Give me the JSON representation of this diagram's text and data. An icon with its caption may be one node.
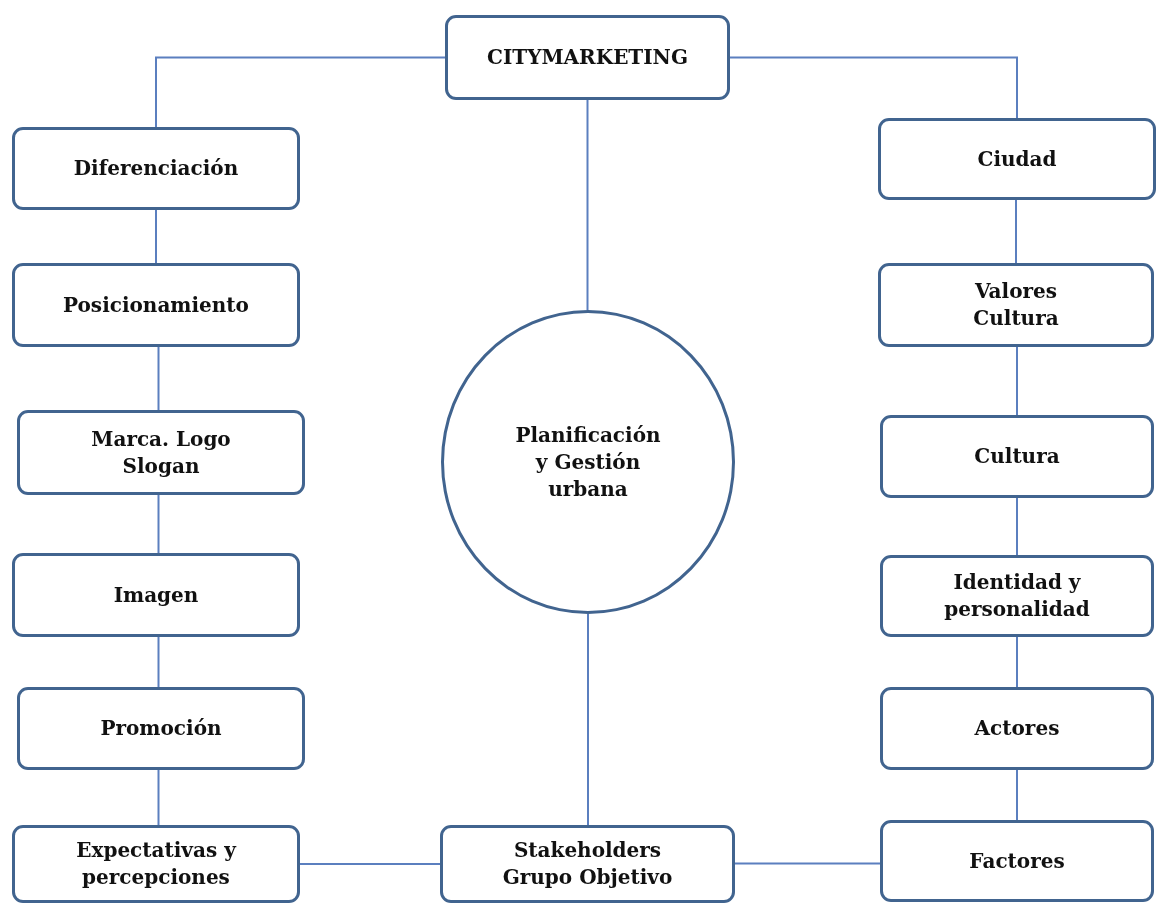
{
  "diagram": {
    "nodes": [
      {
        "text": [
          "CITYMARKETING"
        ]
      },
      {
        "text": [
          "Diferenciación"
        ]
      },
      {
        "text": [
          "Posicionamiento"
        ]
      },
      {
        "text": [
          "Marca. Logo Slogan"
        ]
      },
      {
        "text": [
          "Imagen"
        ]
      },
      {
        "text": [
          "Promoción"
        ]
      },
      {
        "text": [
          "Expectativas y percepciones"
        ]
      },
      {
        "text": [
          "Ciudad"
        ]
      },
      {
        "text": [
          "Valores Cultura"
        ]
      },
      {
        "text": [
          "Cultura"
        ]
      },
      {
        "text": [
          "Identidad y personalidad"
        ]
      },
      {
        "text": [
          "Actores"
        ]
      },
      {
        "text": [
          "Factores"
        ]
      },
      {
        "text": [
          "Planificación y Gestión urbana"
        ]
      },
      {
        "text": [
          "Stakeholders Grupo Objetivo"
        ]
      }
    ],
    "edges": [
      {
        "from": 0,
        "to": 1,
        "arrow": "none"
      },
      {
        "from": 0,
        "to": 7,
        "arrow": "none"
      },
      {
        "from": 0,
        "to": 13,
        "arrow": "none"
      },
      {
        "from": 1,
        "to": 2,
        "arrow": "none"
      },
      {
        "from": 2,
        "to": 3,
        "arrow": "none"
      },
      {
        "from": 3,
        "to": 4,
        "arrow": "none"
      },
      {
        "from": 4,
        "to": 5,
        "arrow": "none"
      },
      {
        "from": 5,
        "to": 6,
        "arrow": "none"
      },
      {
        "from": 7,
        "to": 8,
        "arrow": "none"
      },
      {
        "from": 8,
        "to": 9,
        "arrow": "none"
      },
      {
        "from": 9,
        "to": 10,
        "arrow": "none"
      },
      {
        "from": 10,
        "to": 11,
        "arrow": "none"
      },
      {
        "from": 11,
        "to": 12,
        "arrow": "none"
      },
      {
        "from": 13,
        "to": 14,
        "arrow": "none"
      },
      {
        "from": 6,
        "to": 14,
        "arrow": "none"
      },
      {
        "from": 14,
        "to": 12,
        "arrow": "none"
      }
    ]
  }
}
